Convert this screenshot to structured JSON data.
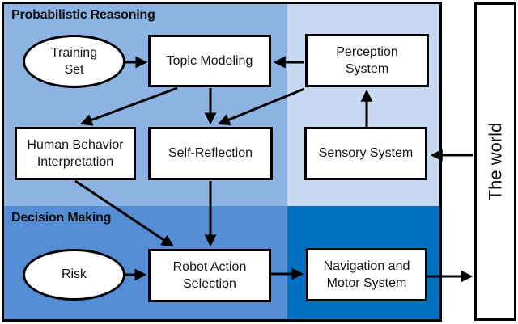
{
  "diagram": {
    "regions": {
      "probabilistic_reasoning": {
        "label": "Probabilistic Reasoning",
        "color": "#8DB3E2"
      },
      "perception_zone": {
        "color": "#C6D9F0"
      },
      "decision_making": {
        "label": "Decision Making",
        "color": "#548DD4"
      },
      "actuation_zone": {
        "color": "#0070C0"
      }
    },
    "nodes": {
      "training_set": {
        "label": "Training\nSet",
        "shape": "ellipse"
      },
      "topic_modeling": {
        "label": "Topic Modeling",
        "shape": "rect"
      },
      "perception_system": {
        "label": "Perception\nSystem",
        "shape": "rect"
      },
      "human_behavior_interpretation": {
        "label": "Human Behavior\nInterpretation",
        "shape": "rect"
      },
      "self_reflection": {
        "label": "Self-Reflection",
        "shape": "rect"
      },
      "sensory_system": {
        "label": "Sensory System",
        "shape": "rect"
      },
      "risk": {
        "label": "Risk",
        "shape": "ellipse"
      },
      "robot_action_selection": {
        "label": "Robot Action\nSelection",
        "shape": "rect"
      },
      "navigation_motor_system": {
        "label": "Navigation and\nMotor System",
        "shape": "rect"
      },
      "the_world": {
        "label": "The world",
        "shape": "rect"
      }
    },
    "edges": [
      {
        "from": "training_set",
        "to": "topic_modeling"
      },
      {
        "from": "perception_system",
        "to": "topic_modeling"
      },
      {
        "from": "topic_modeling",
        "to": "human_behavior_interpretation"
      },
      {
        "from": "topic_modeling",
        "to": "self_reflection"
      },
      {
        "from": "perception_system",
        "to": "self_reflection"
      },
      {
        "from": "sensory_system",
        "to": "perception_system"
      },
      {
        "from": "the_world",
        "to": "sensory_system"
      },
      {
        "from": "human_behavior_interpretation",
        "to": "robot_action_selection"
      },
      {
        "from": "self_reflection",
        "to": "robot_action_selection"
      },
      {
        "from": "risk",
        "to": "robot_action_selection"
      },
      {
        "from": "robot_action_selection",
        "to": "navigation_motor_system"
      },
      {
        "from": "navigation_motor_system",
        "to": "the_world"
      }
    ],
    "line_color": "#000000",
    "box_fill": "#FFFFFF"
  }
}
